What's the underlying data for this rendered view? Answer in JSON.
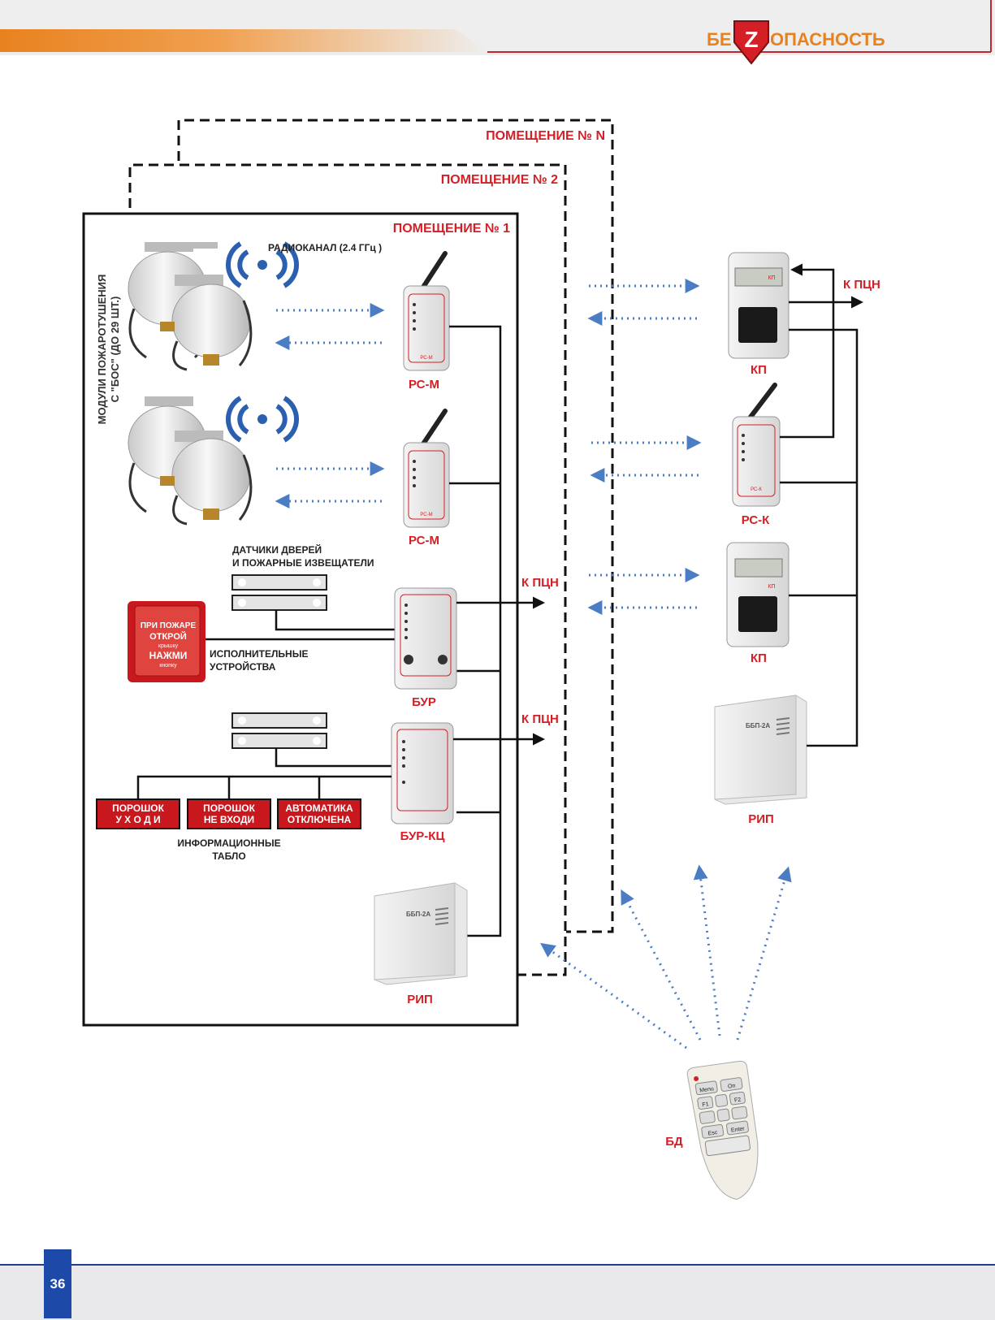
{
  "header": {
    "brand_prefix": "БЕ",
    "brand_letter": "Z",
    "brand_suffix": "ОПАСНОСТЬ"
  },
  "rooms": {
    "room_n": "ПОМЕЩЕНИЕ № N",
    "room_2": "ПОМЕЩЕНИЕ № 2",
    "room_1": "ПОМЕЩЕНИЕ № 1"
  },
  "left": {
    "radio_channel": "РАДИОКАНАЛ (2.4 ГГц )",
    "modules_line1": "МОДУЛИ ПОЖАРОТУШЕНИЯ",
    "modules_line2": "С \"БОС\" (ДО 29 ШТ.)",
    "rsm_1": "РС-М",
    "rsm_2": "РС-М",
    "sensors_line1": "ДАТЧИКИ ДВЕРЕЙ",
    "sensors_line2": "И ПОЖАРНЫЕ ИЗВЕЩАТЕЛИ",
    "button_line1": "ПРИ ПОЖАРЕ",
    "button_line2": "ОТКРОЙ",
    "button_line3": "крышку",
    "button_line4": "НАЖМИ",
    "button_line5": "кнопку",
    "actuators_line1": "ИСПОЛНИТЕЛЬНЫЕ",
    "actuators_line2": "УСТРОЙСТВА",
    "bur": "БУР",
    "bur_kc": "БУР-КЦ",
    "to_pcn_1": "К ПЦН",
    "to_pcn_2": "К ПЦН",
    "info_line1": "ИНФОРМАЦИОННЫЕ",
    "info_line2": "ТАБЛО",
    "rip": "РИП",
    "psu_model": "ББП-2А"
  },
  "tablos": [
    {
      "line1": "ПОРОШОК",
      "line2": "У Х О Д И"
    },
    {
      "line1": "ПОРОШОК",
      "line2": "НЕ ВХОДИ"
    },
    {
      "line1": "АВТОМАТИКА",
      "line2": "ОТКЛЮЧЕНА"
    }
  ],
  "right": {
    "kp_1": "КП",
    "kp_2": "КП",
    "rs_k": "РС-К",
    "to_pcn": "К ПЦН",
    "rip": "РИП",
    "psu_model": "ББП-2А",
    "bd": "БД",
    "device_kp": "КП",
    "device_rsm": "РС-М",
    "device_rsk": "РС-К"
  },
  "remote_keys": [
    "Menu",
    "On",
    "F1",
    "F2",
    "Esc",
    "Enter"
  ],
  "footer": {
    "page_number": "36"
  },
  "colors": {
    "brand_orange": "#e8821f",
    "label_red": "#d41f26",
    "radio_blue": "#2b5fb0",
    "arrow_blue": "#4a7dc4",
    "tablo_red": "#c8181e",
    "footer_blue": "#1d4aa8"
  }
}
